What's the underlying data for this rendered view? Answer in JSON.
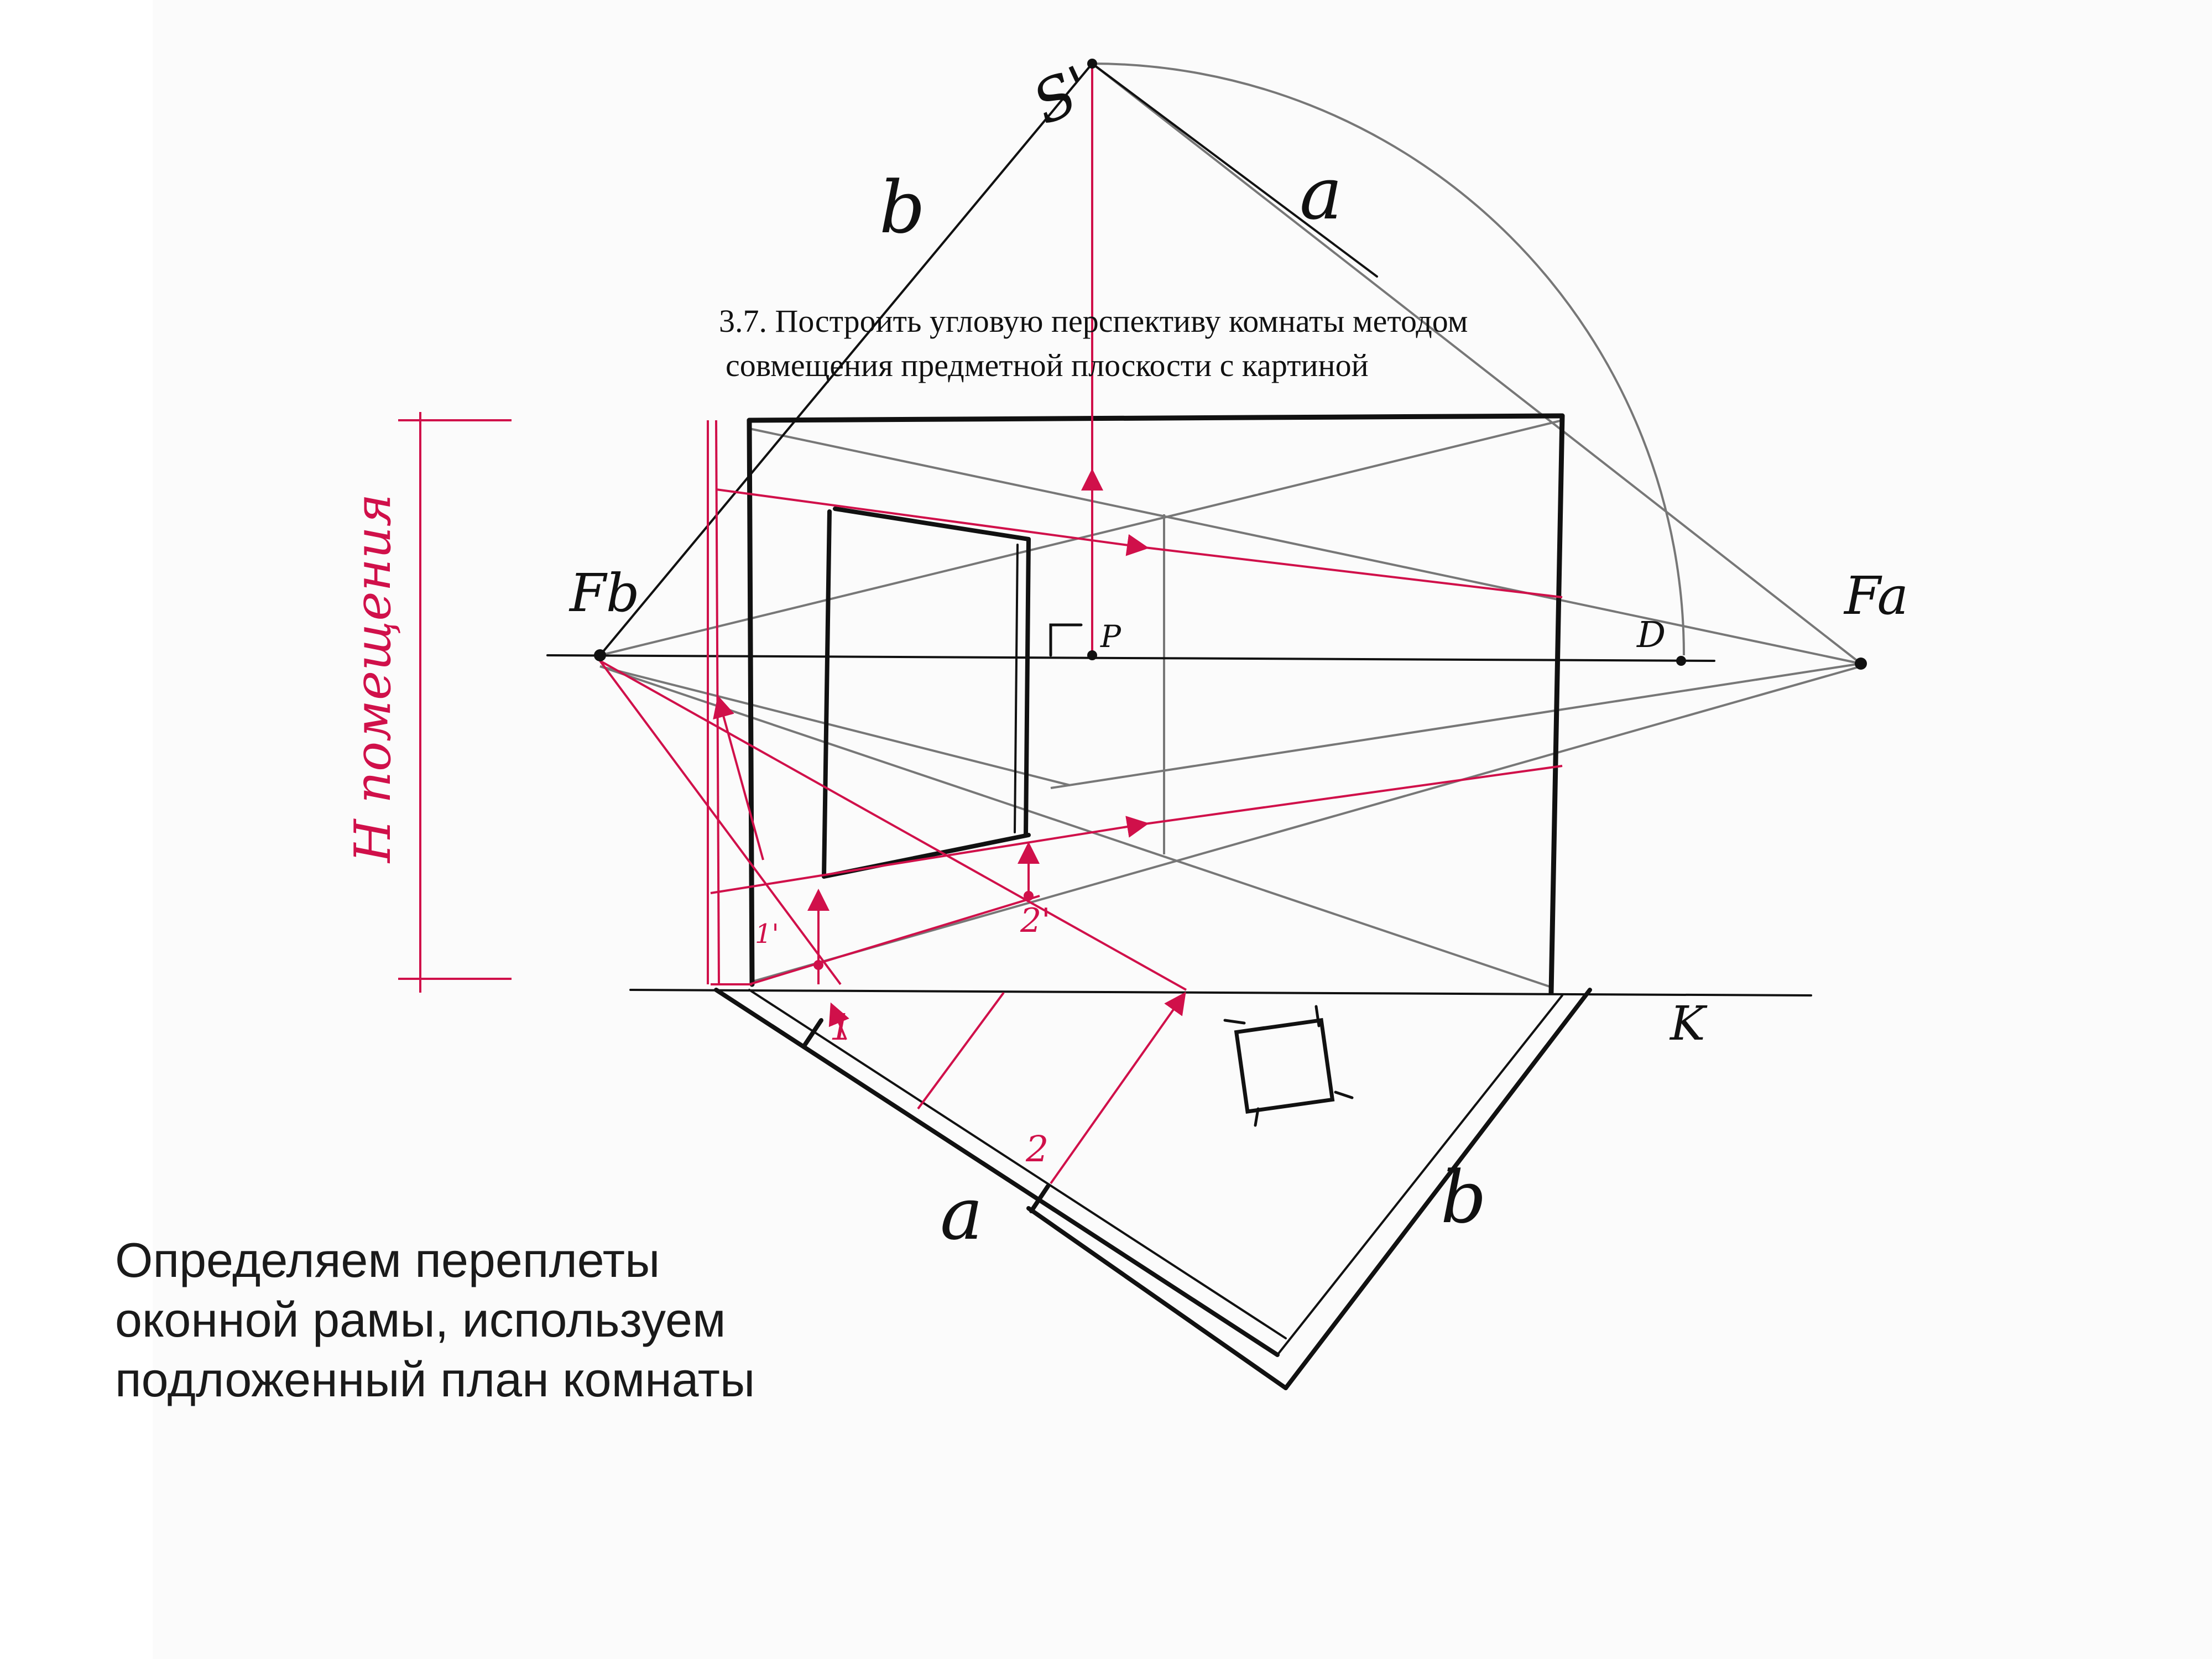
{
  "task": {
    "line1": "3.7. Построить угловую перспективу комнаты методом",
    "line2": "совмещения предметной плоскости с картиной"
  },
  "labels": {
    "viewpoint": "S'",
    "line_b_top": "b",
    "line_a_top": "a",
    "vanishing_left": "Fb",
    "vanishing_right": "Fa",
    "principal_point": "P",
    "distance_point": "D",
    "picture_base": "K",
    "height_label": "H помещения",
    "point_1_prime": "1'",
    "point_2_prime": "2'",
    "point_1": "1",
    "point_2": "2",
    "plan_side_a": "a",
    "plan_side_b": "b"
  },
  "caption": {
    "line1": "Определяем переплеты",
    "line2": "оконной рамы, используем",
    "line3": "подложенный план комнаты"
  },
  "colors": {
    "ink": "#111111",
    "red": "#d0104a",
    "grey": "#777777"
  }
}
